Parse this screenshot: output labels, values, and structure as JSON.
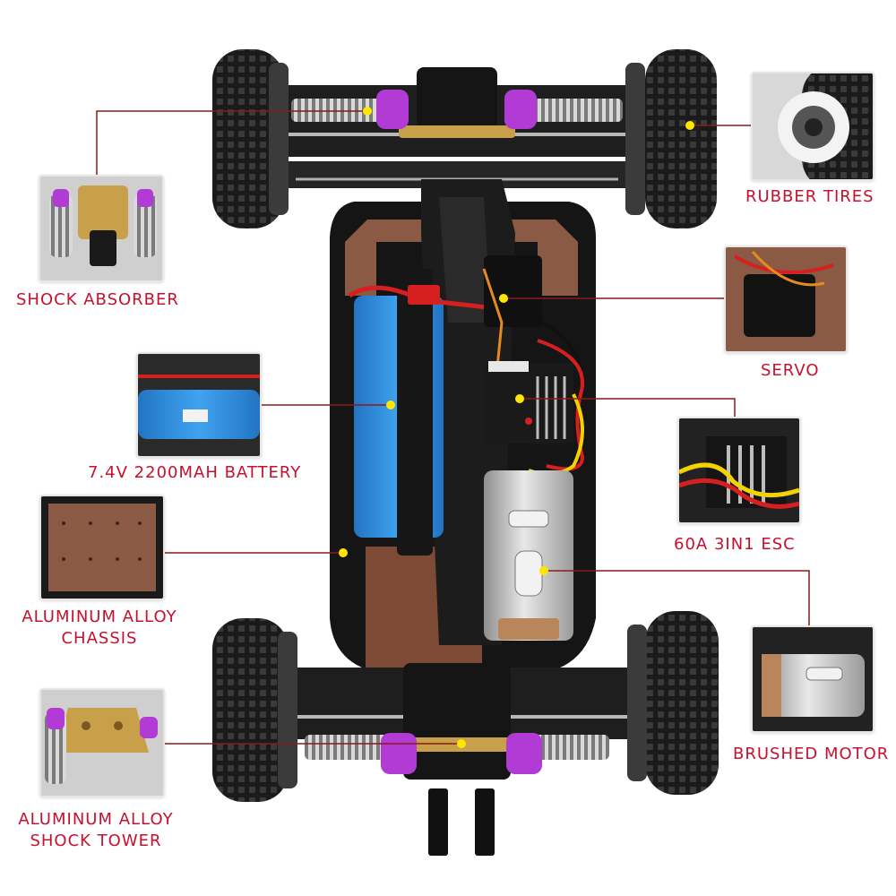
{
  "callouts": {
    "rubber_tires": "RUBBER TIRES",
    "shock_absorber": "SHOCK ABSORBER",
    "servo": "SERVO",
    "battery": "7.4V 2200MAH BATTERY",
    "esc": "60A 3IN1 ESC",
    "chassis_line1": "ALUMINUM ALLOY",
    "chassis_line2": "CHASSIS",
    "motor": "BRUSHED MOTOR",
    "tower_line1": "ALUMINUM ALLOY",
    "tower_line2": "SHOCK TOWER"
  },
  "colors": {
    "label_red": "#c8102e",
    "leader_line": "#8b1a1a",
    "marker_yellow": "#ffe600",
    "shock_purple": "#b23bd6",
    "battery_blue": "#2f8fe0",
    "chassis_plate": "#8a5a44",
    "gold_plate": "#c8a04a"
  }
}
